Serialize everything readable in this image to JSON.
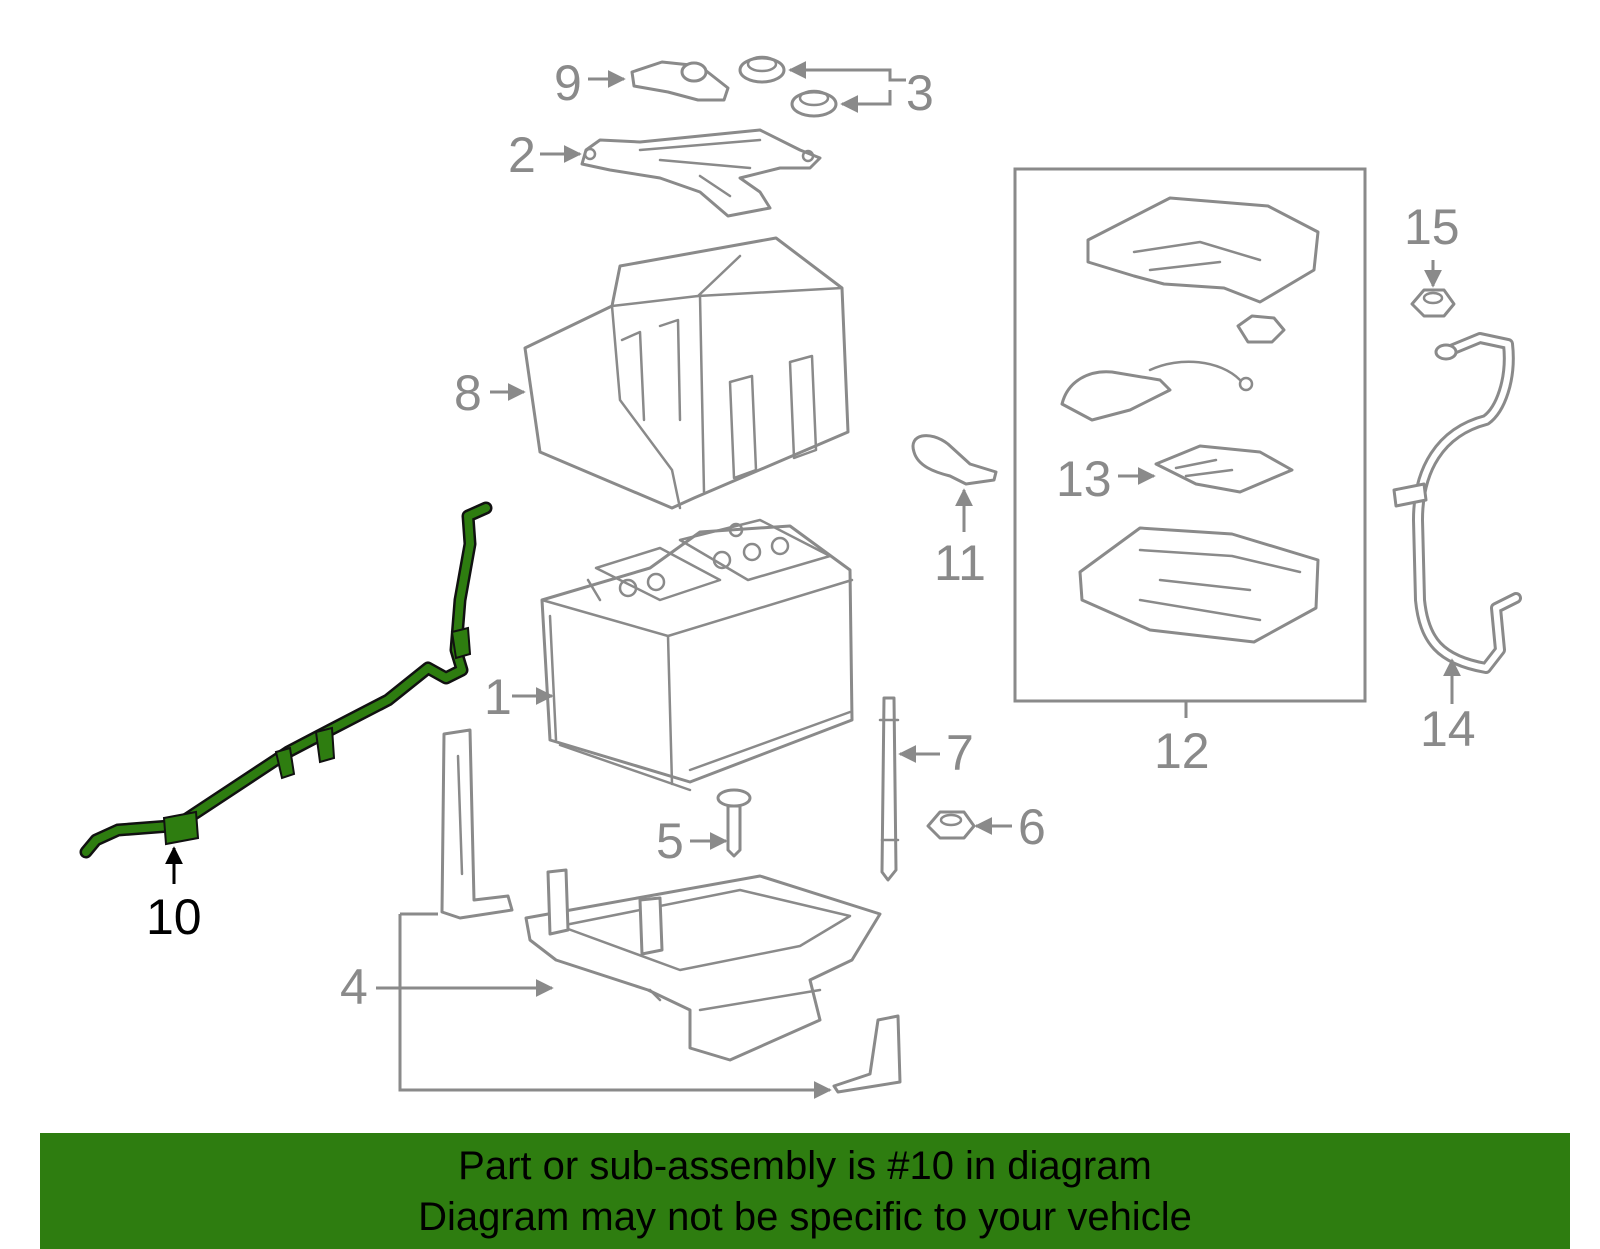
{
  "diagram": {
    "callouts": [
      "1",
      "2",
      "3",
      "4",
      "5",
      "6",
      "7",
      "8",
      "9",
      "10",
      "11",
      "12",
      "13",
      "14",
      "15"
    ],
    "highlighted_callout": "10"
  },
  "colors": {
    "highlight": "#2e7d10",
    "banner": "#2e7d10",
    "line": "#8a8a8a"
  },
  "banner": {
    "line1": "Part or sub-assembly is #10 in diagram",
    "line2": "Diagram may not be specific to your vehicle"
  }
}
